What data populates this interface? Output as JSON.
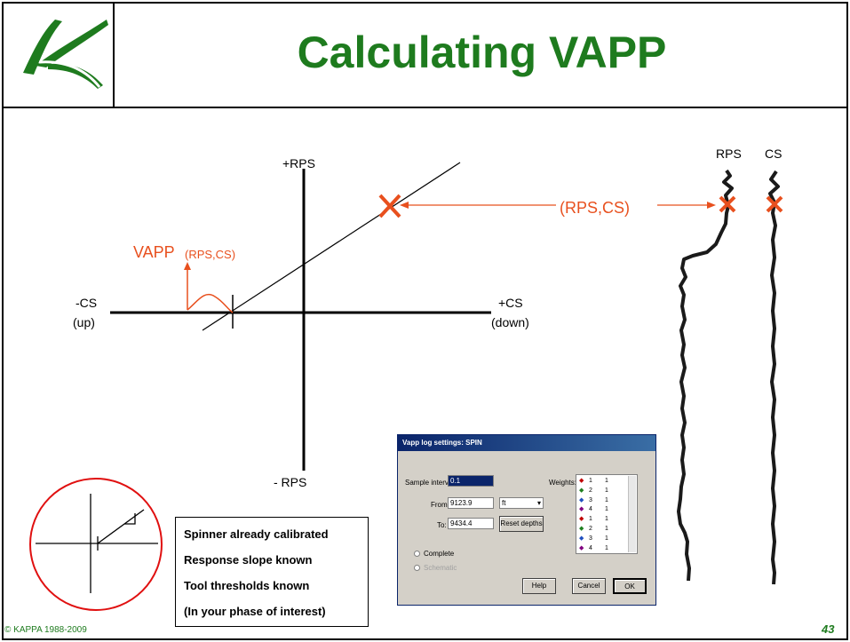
{
  "slide": {
    "title": "Calculating VAPP",
    "footer": "© KAPPA 1988-2009",
    "page_number": "43",
    "colors": {
      "title": "#1e7b1e",
      "annotation": "#e8501e",
      "frame": "#000000"
    }
  },
  "crossplot": {
    "y_pos_label": "+RPS",
    "y_neg_label": "- RPS",
    "x_neg_label": "-CS",
    "x_neg_sub": "(up)",
    "x_pos_label": "+CS",
    "x_pos_sub": "(down)",
    "vapp_label": "VAPP",
    "vapp_sub": "(RPS,CS)",
    "point_label": "(RPS,CS)"
  },
  "logs": {
    "track1_header": "RPS",
    "track2_header": "CS"
  },
  "notes": [
    "Spinner already calibrated",
    "Response slope known",
    "Tool thresholds known",
    "(In your phase of interest)"
  ],
  "dialog": {
    "title": "Vapp log settings: SPIN",
    "sample_interval_label": "Sample interval:",
    "sample_interval_value": "0.1",
    "from_label": "From:",
    "from_value": "9123.9",
    "unit_value": "ft",
    "to_label": "To:",
    "to_value": "9434.4",
    "reset_label": "Reset depths",
    "weights_label": "Weights:",
    "weights": [
      {
        "pass": "1",
        "weight": "1",
        "color": "#c00000"
      },
      {
        "pass": "2",
        "weight": "1",
        "color": "#208020"
      },
      {
        "pass": "3",
        "weight": "1",
        "color": "#2050c0"
      },
      {
        "pass": "4",
        "weight": "1",
        "color": "#800080"
      },
      {
        "pass": "1",
        "weight": "1",
        "color": "#c00000"
      },
      {
        "pass": "2",
        "weight": "1",
        "color": "#208020"
      },
      {
        "pass": "3",
        "weight": "1",
        "color": "#2050c0"
      },
      {
        "pass": "4",
        "weight": "1",
        "color": "#800080"
      }
    ],
    "complete_label": "Complete",
    "schematic_label": "Schematic",
    "help_label": "Help",
    "cancel_label": "Cancel",
    "ok_label": "OK"
  }
}
